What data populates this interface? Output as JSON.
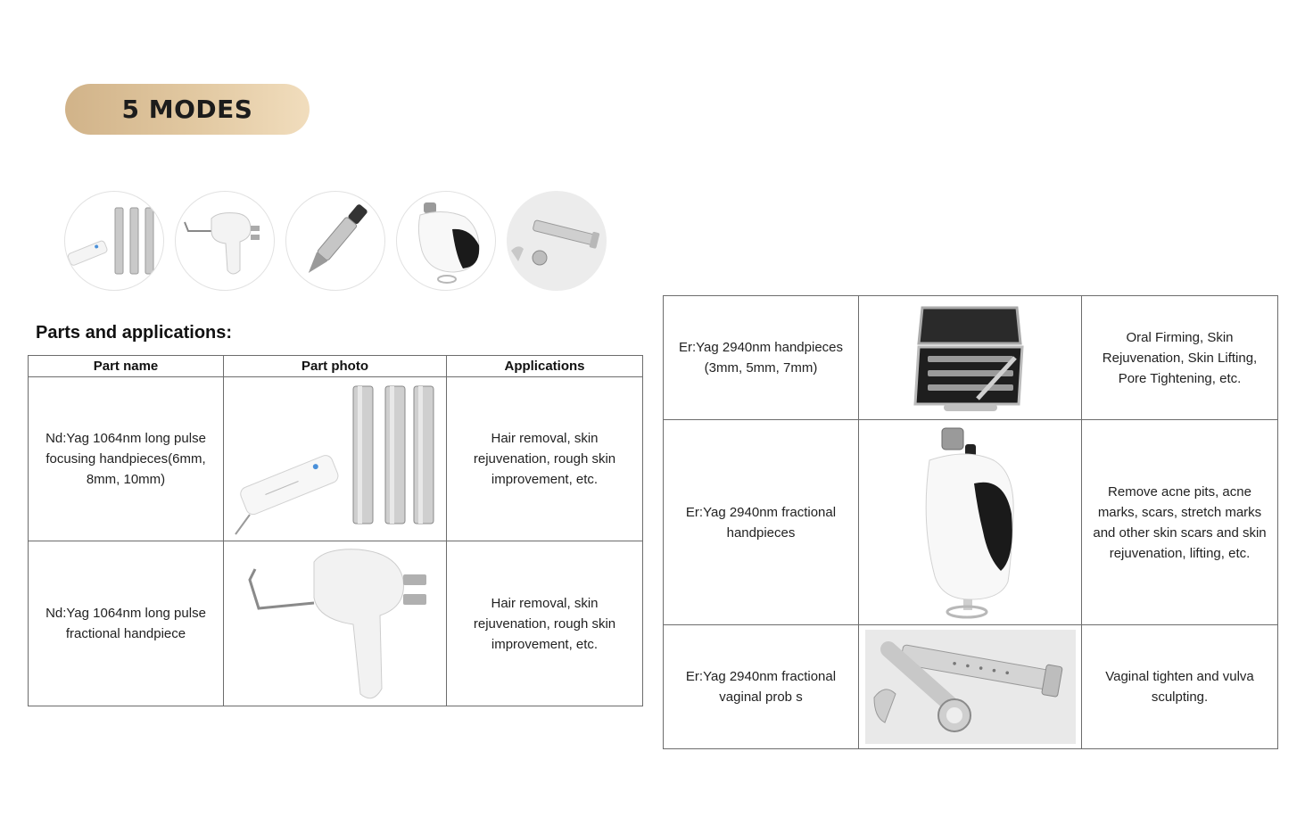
{
  "header": {
    "badge_label": "5 MODES"
  },
  "thumbnails": [
    {
      "icon": "long-pulse-handpieces-icon"
    },
    {
      "icon": "fractional-handpiece-icon"
    },
    {
      "icon": "pen-handpiece-icon"
    },
    {
      "icon": "fractional-er-handpiece-icon"
    },
    {
      "icon": "vaginal-probe-icon"
    }
  ],
  "section": {
    "title": "Parts and applications:"
  },
  "table": {
    "headers": [
      "Part name",
      "Part photo",
      "Applications"
    ],
    "left_rows": [
      {
        "name": "Nd:Yag 1064nm long pulse focusing handpieces(6mm, 8mm, 10mm)",
        "photo": "long-pulse-handpieces-photo",
        "applications": "Hair removal, skin rejuvenation, rough skin improvement, etc."
      },
      {
        "name": "Nd:Yag 1064nm long pulse fractional handpiece",
        "photo": "fractional-handpiece-photo",
        "applications": "Hair removal, skin rejuvenation, rough skin improvement, etc."
      }
    ],
    "right_rows": [
      {
        "name": "Er:Yag 2940nm handpieces (3mm, 5mm, 7mm)",
        "photo": "handpiece-case-photo",
        "applications": "Oral Firming, Skin Rejuvenation, Skin Lifting, Pore Tightening, etc."
      },
      {
        "name": "Er:Yag 2940nm fractional handpieces",
        "photo": "er-fractional-handpiece-photo",
        "applications": "Remove acne pits, acne marks, scars, stretch marks and other skin scars and skin rejuvenation, lifting, etc."
      },
      {
        "name": "Er:Yag 2940nm fractional vaginal prob  s",
        "photo": "vaginal-probe-photo",
        "applications": "Vaginal tighten and vulva sculpting."
      }
    ]
  },
  "colors": {
    "badge_gradient_start": "#d1b389",
    "badge_gradient_end": "#f1ddbd",
    "table_border": "#6c6c6c",
    "handle_black": "#1a1a1a"
  }
}
